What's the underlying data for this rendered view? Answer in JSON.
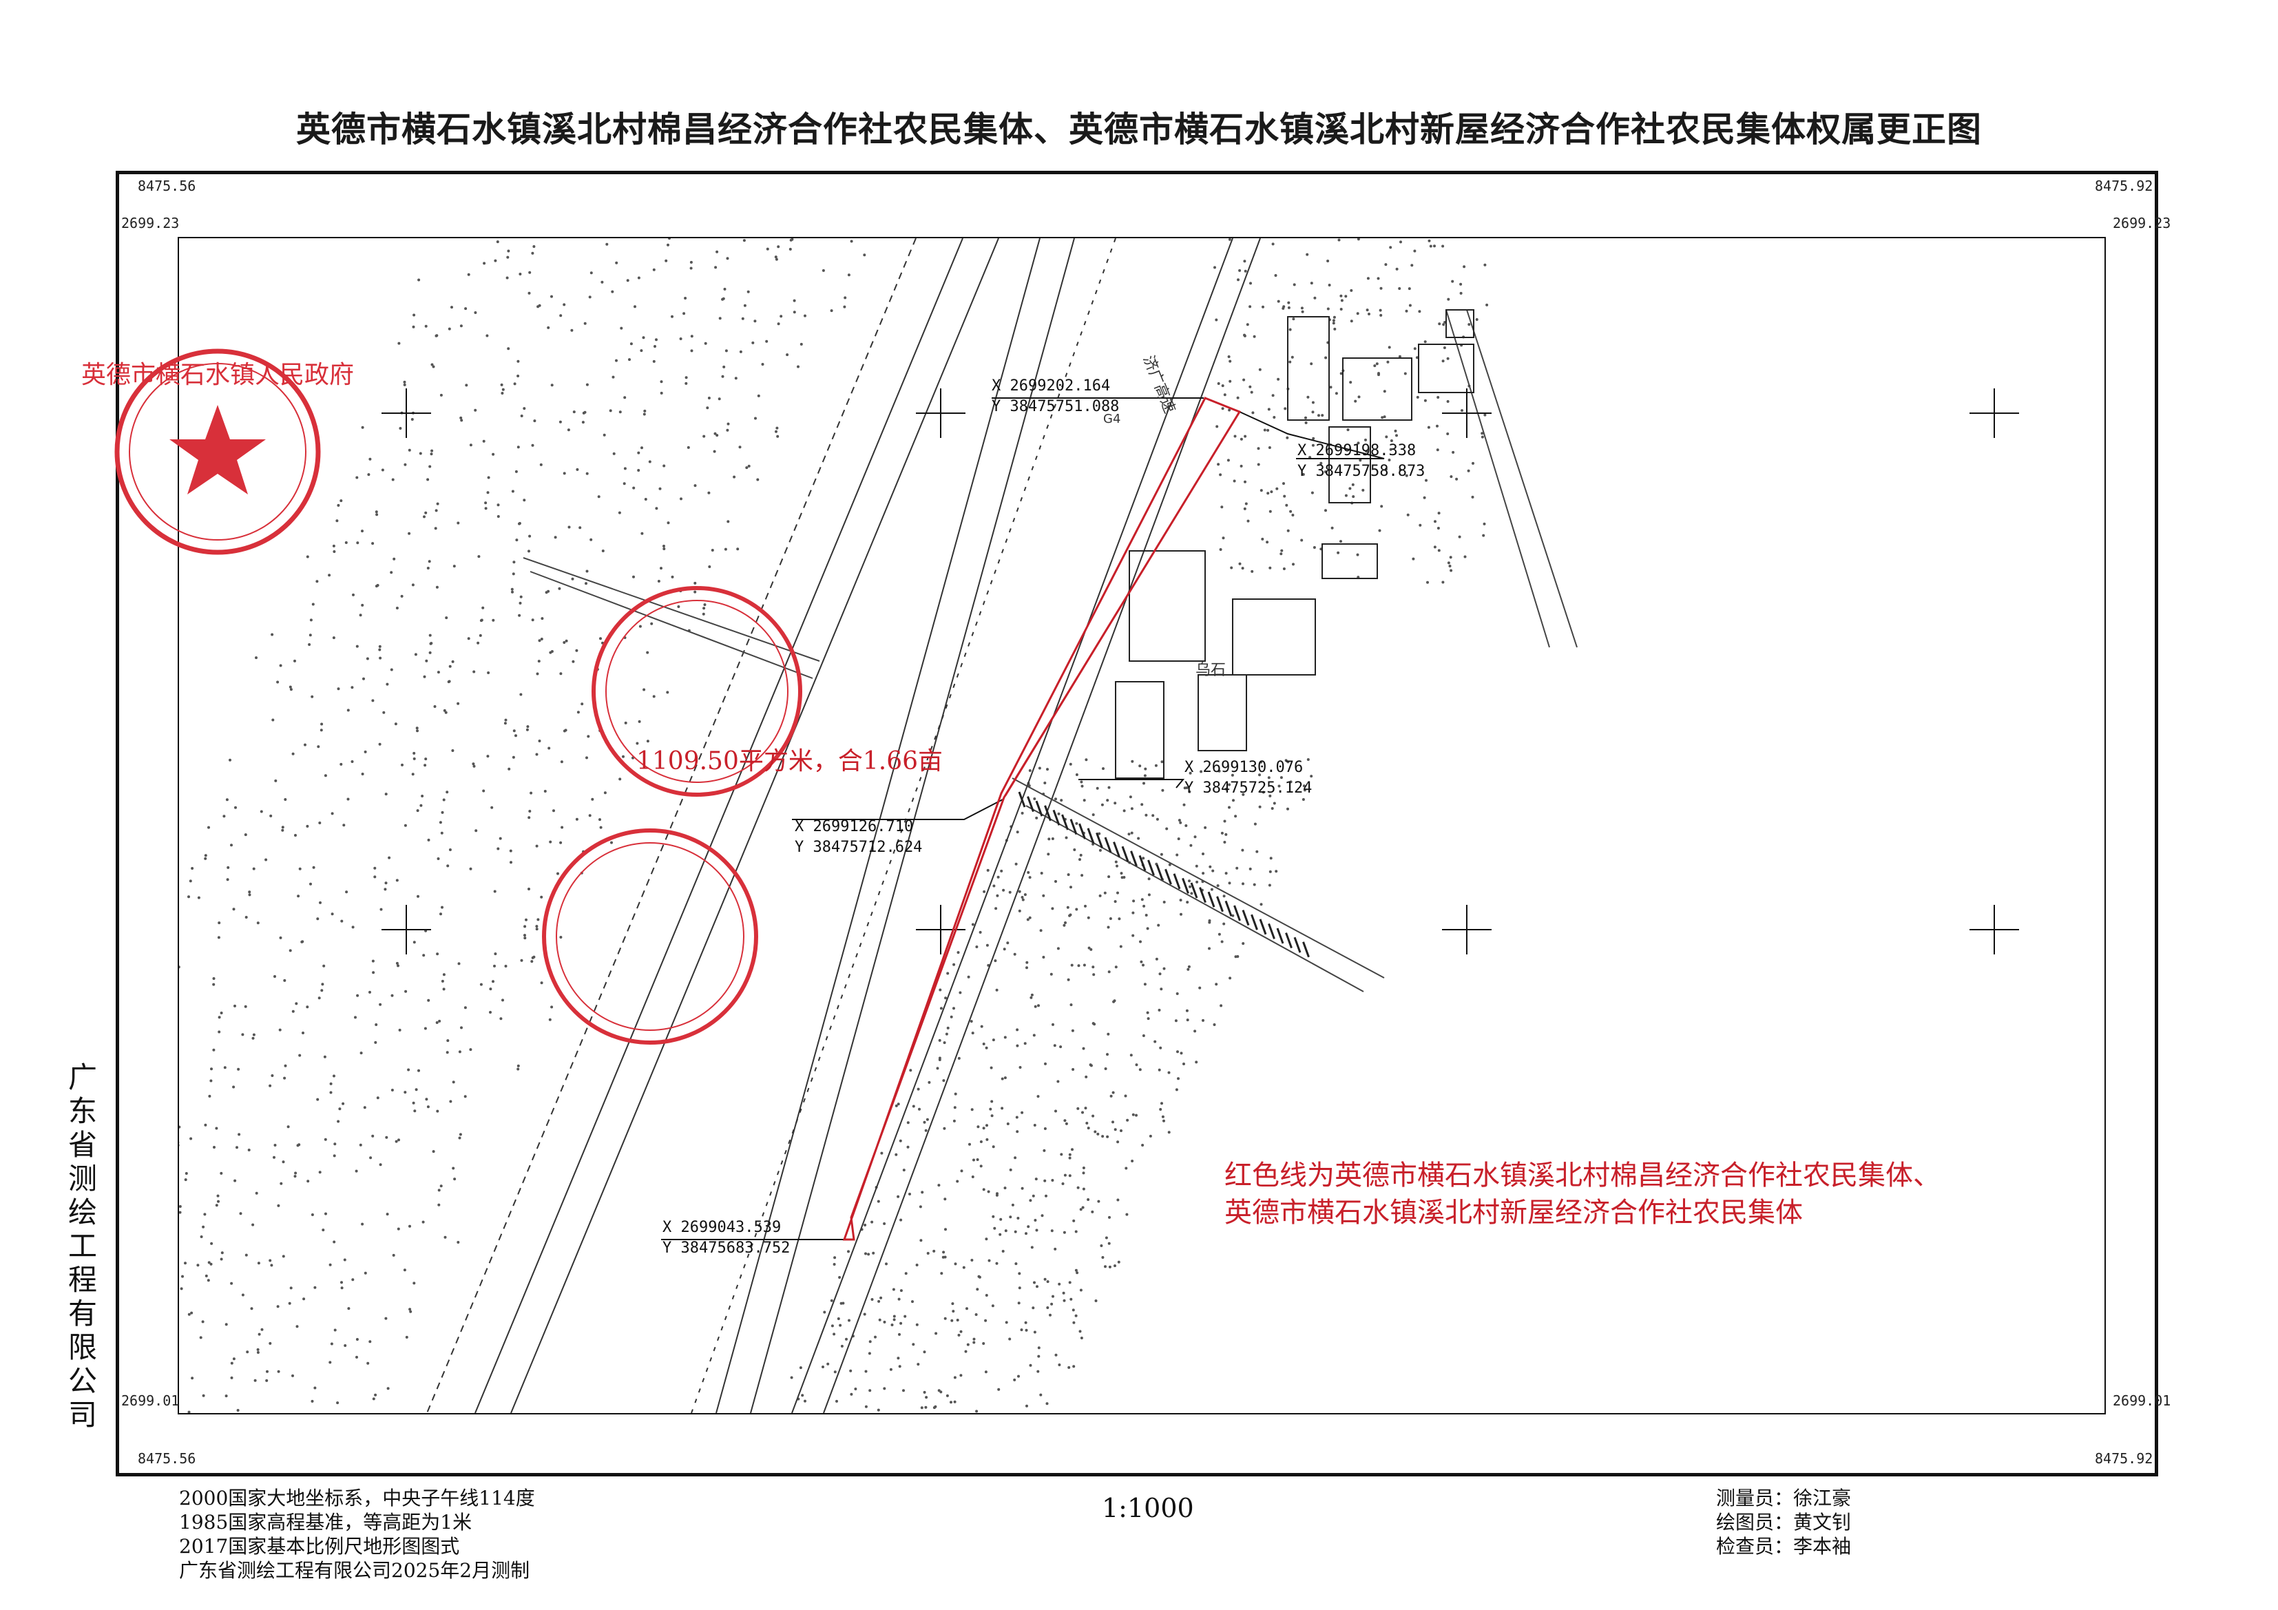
{
  "title": "英德市横石水镇溪北村棉昌经济合作社农民集体、英德市横石水镇溪北村新屋经济合作社农民集体权属更正图",
  "corners": {
    "top_left_y": "8475.56",
    "top_right_y": "8475.92",
    "top_left_x": "2699.23",
    "top_right_x": "2699.23",
    "bottom_left_x": "2699.01",
    "bottom_right_x": "2699.01",
    "bottom_left_y": "8475.56",
    "bottom_right_y": "8475.92"
  },
  "company_vertical": "广东省测绘工程有限公司",
  "area_label": "1109.50平方米，合1.66亩",
  "coordinates": [
    {
      "x": "X 2699202.164",
      "y": "Y 38475751.088"
    },
    {
      "x": "X 2699198.338",
      "y": "Y 38475758.873"
    },
    {
      "x": "X 2699130.076",
      "y": "Y 38475725.124"
    },
    {
      "x": "X 2699126.710",
      "y": "Y 38475712.624"
    },
    {
      "x": "X 2699043.539",
      "y": "Y 38475683.752"
    }
  ],
  "legend": {
    "line1": "红色线为英德市横石水镇溪北村棉昌经济合作社农民集体、",
    "line2": "英德市横石水镇溪北村新屋经济合作社农民集体"
  },
  "map_labels": {
    "road_name": "济广高速",
    "road_code": "G4",
    "place": "乌石"
  },
  "seal_text": "英德市横石水镇人民政府",
  "footer": {
    "line1": "2000国家大地坐标系，中央子午线114度",
    "line2": "1985国家高程基准，等高距为1米",
    "line3": "2017国家基本比例尺地形图图式",
    "line4": "广东省测绘工程有限公司2025年2月测制"
  },
  "scale": "1:1000",
  "staff": {
    "surveyor_label": "测量员：",
    "surveyor": "徐江豪",
    "drafter_label": "绘图员：",
    "drafter": "黄文钊",
    "checker_label": "检查员：",
    "checker": "李本袖"
  },
  "colors": {
    "boundary": "#c8202a",
    "seal": "#d8303a",
    "ink": "#111111"
  }
}
